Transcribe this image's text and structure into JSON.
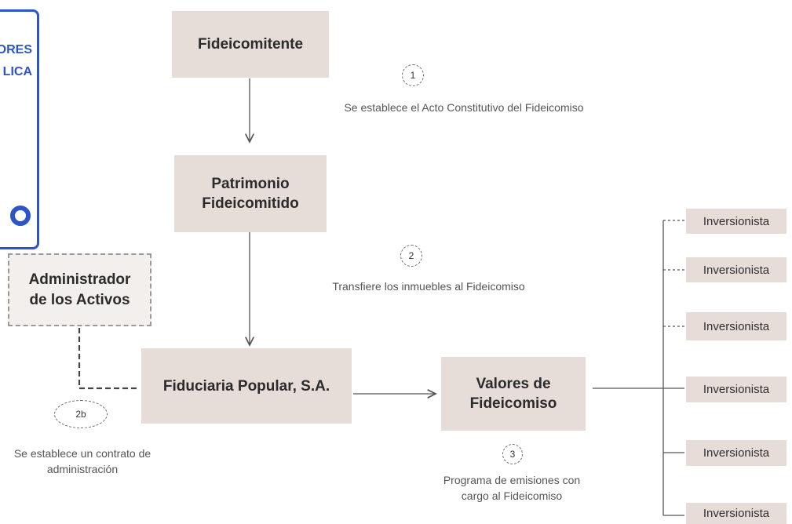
{
  "stamp": {
    "line1": "ORES",
    "line2": "LICA"
  },
  "nodes": {
    "fideicomitente": "Fideicomitente",
    "patrimonio": "Patrimonio Fideicomitido",
    "fiduciaria": "Fiduciaria Popular, S.A.",
    "valores": "Valores de Fideicomiso",
    "administrador": "Administrador de los Activos"
  },
  "steps": {
    "s1": {
      "badge": "1",
      "text": "Se establece el Acto Constitutivo del Fideicomiso"
    },
    "s2": {
      "badge": "2",
      "text": "Transfiere los inmuebles al Fideicomiso"
    },
    "s2b": {
      "badge": "2b",
      "text": "Se establece un contrato de administración"
    },
    "s3": {
      "badge": "3",
      "text": "Programa de emisiones con cargo al Fideicomiso"
    }
  },
  "investors": [
    "Inversionista",
    "Inversionista",
    "Inversionista",
    "Inversionista",
    "Inversionista",
    "Inversionista"
  ],
  "colors": {
    "box": "#e6dcd8",
    "line": "#555555",
    "stamp": "#2c55c9"
  }
}
